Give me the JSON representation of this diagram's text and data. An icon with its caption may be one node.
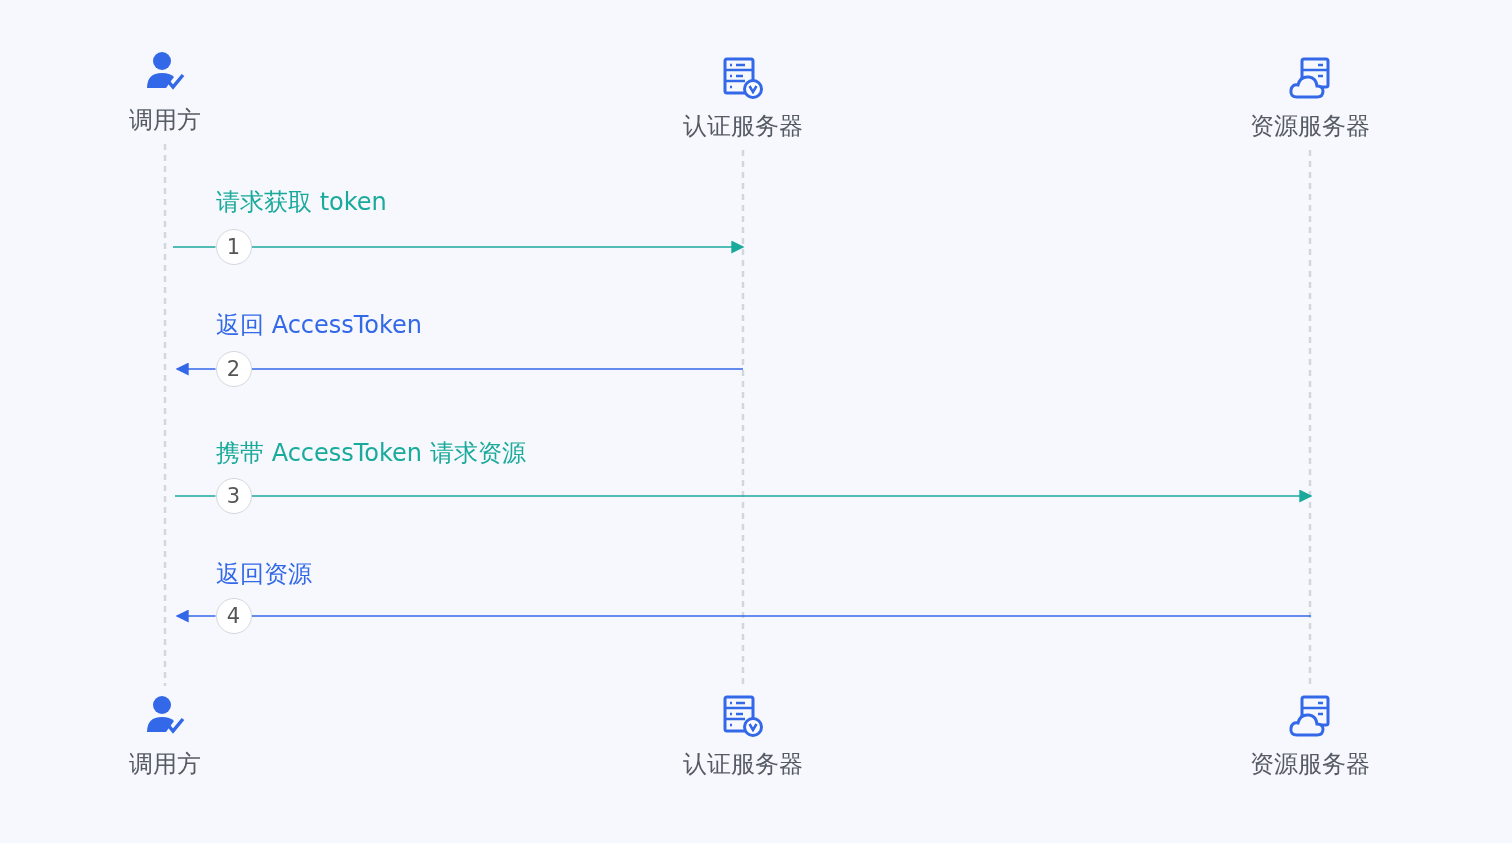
{
  "diagram": {
    "nodes": [
      {
        "text": [
          "调用方"
        ]
      },
      {
        "text": [
          "认证服务器"
        ]
      },
      {
        "text": [
          "资源服务器"
        ]
      },
      {
        "text": [
          "调用方"
        ]
      },
      {
        "text": [
          "认证服务器"
        ]
      },
      {
        "text": [
          "资源服务器"
        ]
      },
      {
        "text": [
          "1"
        ]
      },
      {
        "text": [
          "2"
        ]
      },
      {
        "text": [
          "3"
        ]
      },
      {
        "text": [
          "4"
        ]
      }
    ],
    "edges": [
      {
        "from": 0,
        "to": 3,
        "arrow": "none",
        "style": "dashed",
        "color": "#d3d6dd"
      },
      {
        "from": 1,
        "to": 4,
        "arrow": "none",
        "style": "dashed",
        "color": "#d3d6dd"
      },
      {
        "from": 2,
        "to": 5,
        "arrow": "none",
        "style": "dashed",
        "color": "#d3d6dd"
      },
      {
        "from": 6,
        "to": null,
        "arrow": "to",
        "label": "请求获取 token",
        "color": "#1aaa9c"
      },
      {
        "from": 7,
        "to": null,
        "arrow": "to",
        "label": "返回 AccessToken",
        "color": "#3368e8"
      },
      {
        "from": 8,
        "to": null,
        "arrow": "to",
        "label": "携带 AccessToken 请求资源",
        "color": "#1aaa9c"
      },
      {
        "from": 9,
        "to": null,
        "arrow": "to",
        "label": "返回资源",
        "color": "#3368e8"
      },
      {
        "from": null,
        "to": 6,
        "arrow": "none",
        "color": "#1aaa9c"
      },
      {
        "from": null,
        "to": 7,
        "arrow": "none",
        "color": "#3368e8"
      },
      {
        "from": null,
        "to": 8,
        "arrow": "none",
        "color": "#1aaa9c"
      },
      {
        "from": null,
        "to": 9,
        "arrow": "none",
        "color": "#3368e8"
      }
    ]
  }
}
